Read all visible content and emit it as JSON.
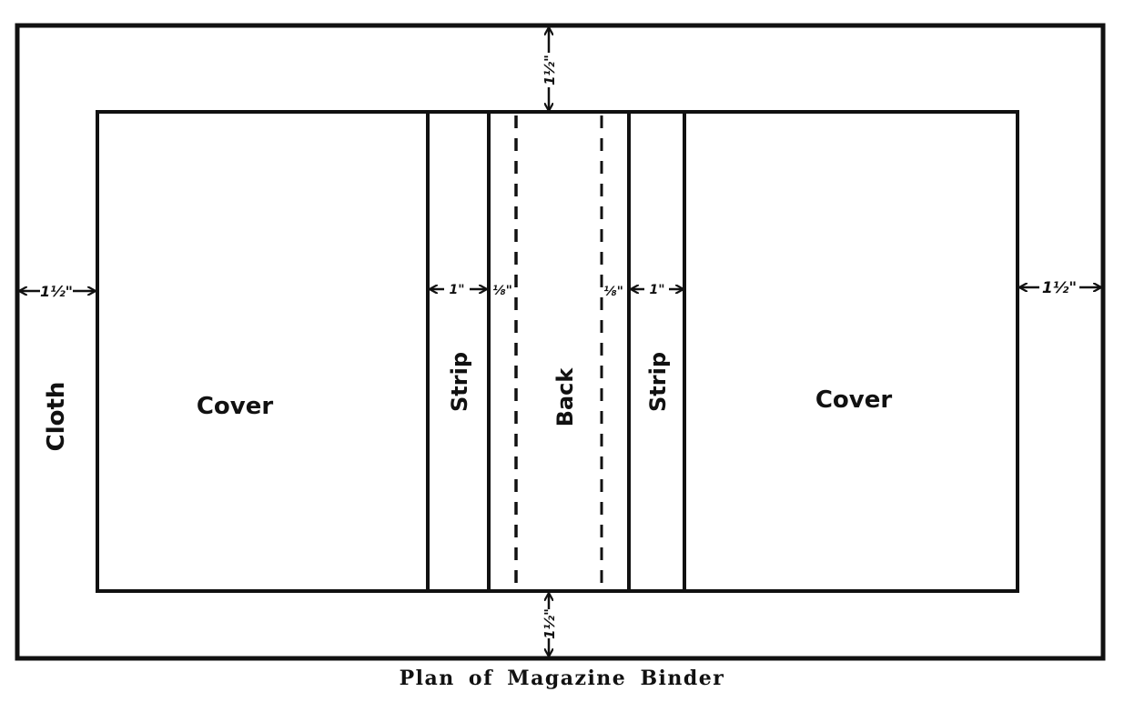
{
  "diagram": {
    "title": "Plan of Magazine Binder",
    "colors": {
      "ink": "#111111",
      "paper": "#ffffff"
    },
    "regions": {
      "cloth": "Cloth",
      "cover_left": "Cover",
      "strip_left": "Strip",
      "back": "Back",
      "strip_right": "Strip",
      "cover_right": "Cover"
    },
    "dimensions": {
      "left_margin": "1½\"",
      "right_margin": "1½\"",
      "top_margin": "1½\"",
      "bottom_margin": "1½\"",
      "strip_left_width": "1\"",
      "strip_right_width": "1\"",
      "gap_left": "⅛\"",
      "gap_right": "⅛\""
    }
  }
}
